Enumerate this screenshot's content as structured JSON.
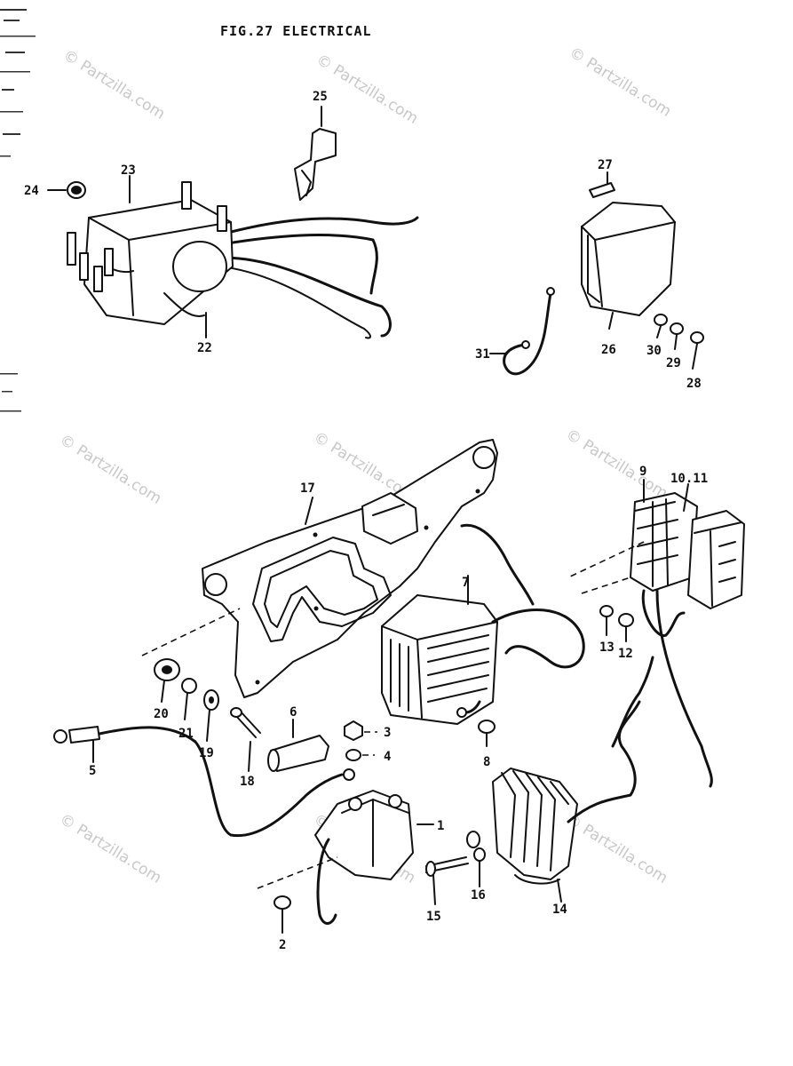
{
  "title": "FIG.27 ELECTRICAL",
  "watermark": "© Partzilla.com",
  "colors": {
    "ink": "#111111",
    "paper": "#ffffff",
    "watermark": "#c8c8c8"
  },
  "callouts": {
    "n1": "1",
    "n2": "2",
    "n3": "3",
    "n4": "4",
    "n5": "5",
    "n6": "6",
    "n7": "7",
    "n8": "8",
    "n9": "9",
    "n10_11": "10.11",
    "n12": "12",
    "n13": "13",
    "n14": "14",
    "n15": "15",
    "n16": "16",
    "n17": "17",
    "n18": "18",
    "n19": "19",
    "n20": "20",
    "n21": "21",
    "n22": "22",
    "n23": "23",
    "n24": "24",
    "n25": "25",
    "n26": "26",
    "n27": "27",
    "n28": "28",
    "n29": "29",
    "n30": "30",
    "n31": "31"
  }
}
